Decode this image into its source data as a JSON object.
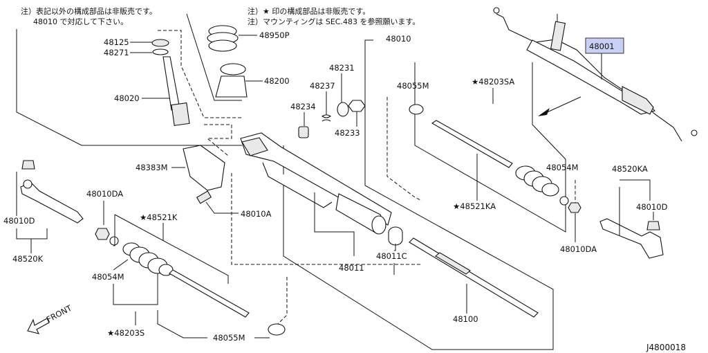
{
  "notes": {
    "left_line1": "注）表記以外の構成部品は非販売です。",
    "left_line2": "48010 で対応して下さい。",
    "top_line1": "注）★ 印の構成部品は非販売です。",
    "top_line2": "注）マウンティングは SEC.483 を参照願います。"
  },
  "parts": {
    "p48125": "48125",
    "p48271": "48271",
    "p48020": "48020",
    "p48950P": "48950P",
    "p48200": "48200",
    "p48010": "48010",
    "p48231": "48231",
    "p48237": "48237",
    "p48234": "48234",
    "p48233": "48233",
    "p48055M_top": "48055M",
    "p48203SA": "★48203SA",
    "p48001": "48001",
    "p48383M": "48383M",
    "p48054M_right": "48054M",
    "p48520KA": "48520KA",
    "p48010D_right": "48010D",
    "p48521KA": "★48521KA",
    "p48010DA_right": "48010DA",
    "p48010A": "48010A",
    "p48010DA_left": "48010DA",
    "p48521K": "★48521K",
    "p48010D_left": "48010D",
    "p48520K": "48520K",
    "p48011": "48011",
    "p48011C": "48011C",
    "p48054M_left": "48054M",
    "p48100": "48100",
    "p48203S": "★48203S",
    "p48055M_bottom": "48055M"
  },
  "front_label": "FRONT",
  "diagram_code": "J4800018",
  "colors": {
    "highlight": "#c9d0f5"
  }
}
